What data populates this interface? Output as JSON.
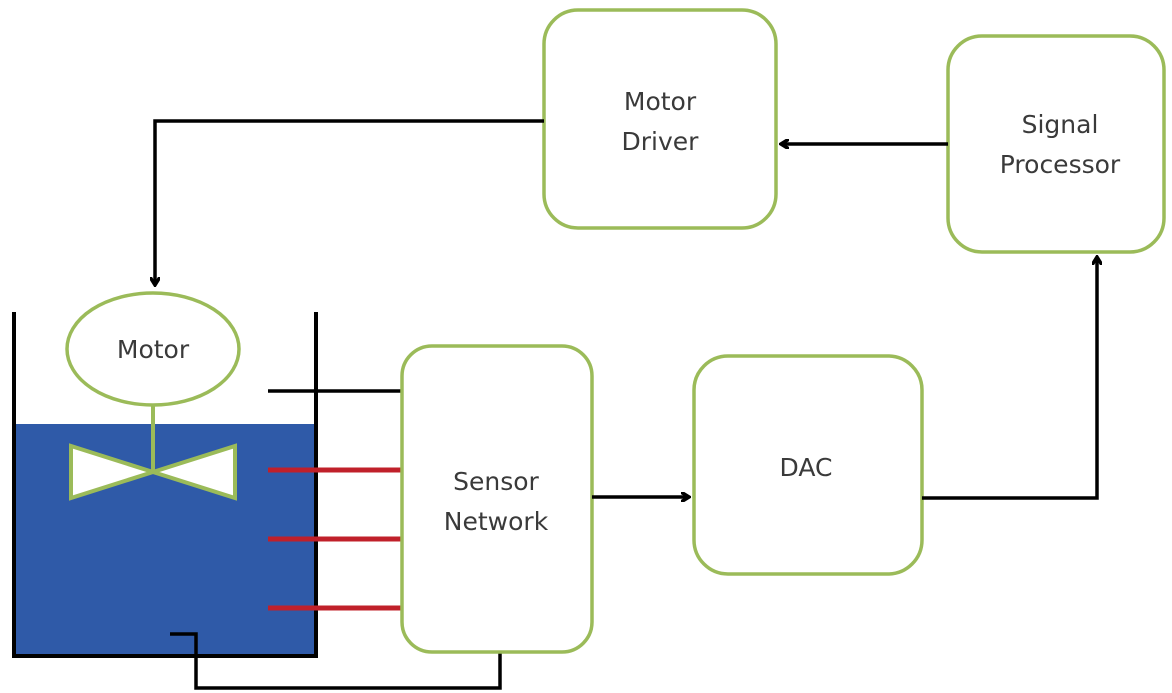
{
  "blocks": {
    "motor_driver": [
      "Motor",
      "Driver"
    ],
    "signal_processor": [
      "Signal",
      "Processor"
    ],
    "motor": "Motor",
    "sensor_network": [
      "Sensor",
      "Network"
    ],
    "dac": "DAC"
  },
  "colors": {
    "block_border": "#9bbb59",
    "water": "#2f5aa8",
    "sensor_probe": "#c0202a",
    "line": "#000000",
    "text": "#3a3a3a"
  },
  "icons": {
    "valve": "butterfly-valve-icon",
    "tank": "tank-icon"
  }
}
